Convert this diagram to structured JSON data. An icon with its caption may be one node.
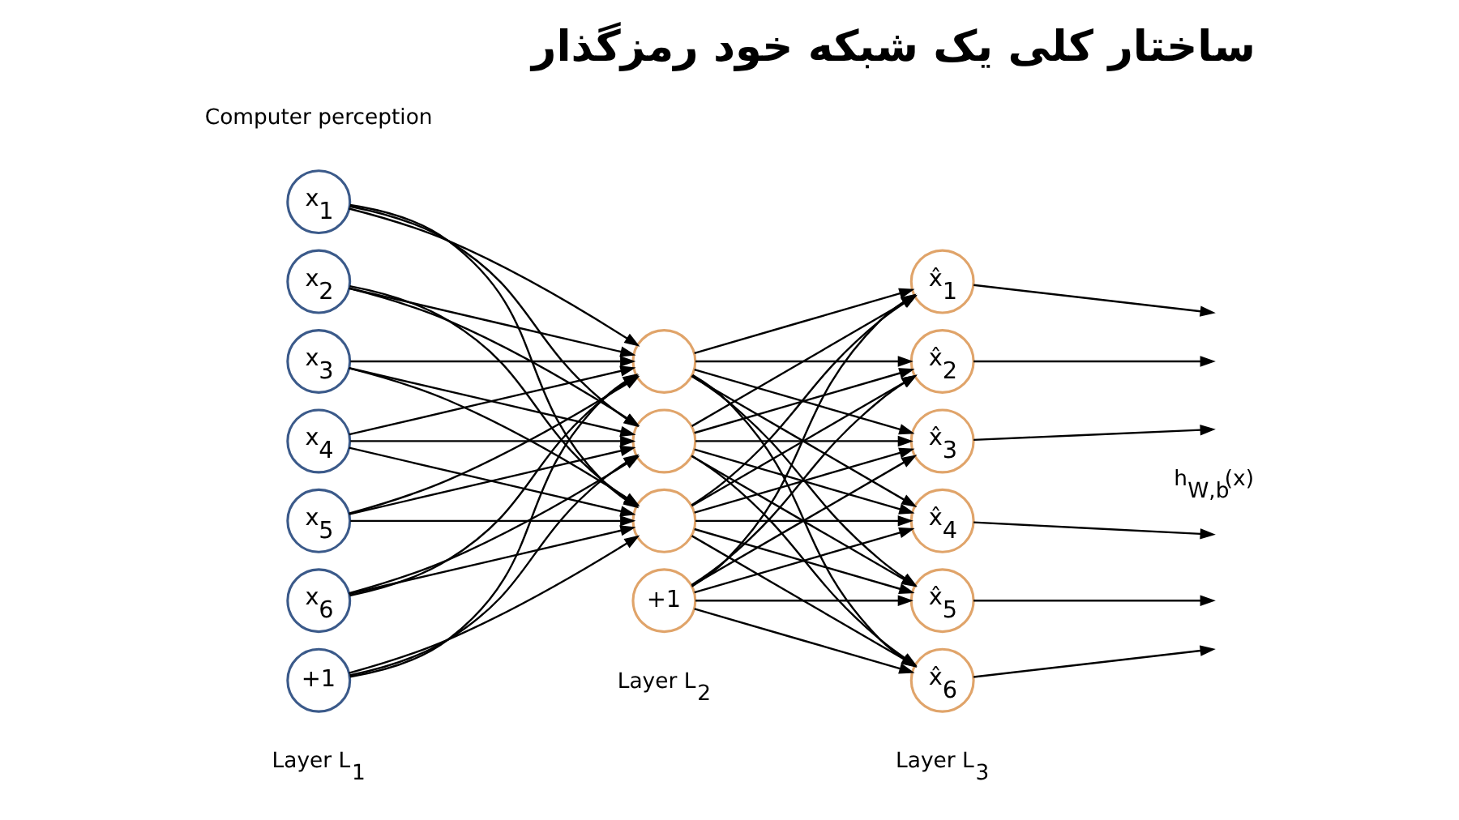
{
  "diagram": {
    "title": "ساختار کلی یک شبکه خود رمزگذار",
    "nodes": [
      {
        "text": [
          "x$_{1}$"
        ]
      },
      {
        "text": [
          "x$_{2}$"
        ]
      },
      {
        "text": [
          "x$_{3}$"
        ]
      },
      {
        "text": [
          "x$_{4}$"
        ]
      },
      {
        "text": [
          "x$_{5}$"
        ]
      },
      {
        "text": [
          "x$_{6}$"
        ]
      },
      {
        "text": [
          "+1"
        ]
      },
      {
        "text": [],
        "shape": "circle"
      },
      {
        "text": [],
        "shape": "circle"
      },
      {
        "text": [],
        "shape": "circle"
      },
      {
        "text": [
          "+1"
        ]
      },
      {
        "text": [
          "x̂$_{1}$"
        ]
      },
      {
        "text": [
          "x̂$_{2}$"
        ]
      },
      {
        "text": [
          "x̂$_{3}$"
        ]
      },
      {
        "text": [
          "x̂$_{4}$"
        ]
      },
      {
        "text": [
          "x̂$_{5}$"
        ]
      },
      {
        "text": [
          "x̂$_{6}$"
        ]
      }
    ],
    "edges": [
      {
        "from": 0,
        "to": 7,
        "arrow": "to"
      },
      {
        "from": 0,
        "to": 8,
        "arrow": "to"
      },
      {
        "from": 0,
        "to": 9,
        "arrow": "to"
      },
      {
        "from": 1,
        "to": 7,
        "arrow": "to"
      },
      {
        "from": 1,
        "to": 8,
        "arrow": "to"
      },
      {
        "from": 1,
        "to": 9,
        "arrow": "to"
      },
      {
        "from": 2,
        "to": 7,
        "arrow": "to"
      },
      {
        "from": 2,
        "to": 8,
        "arrow": "to"
      },
      {
        "from": 2,
        "to": 9,
        "arrow": "to"
      },
      {
        "from": 3,
        "to": 7,
        "arrow": "to"
      },
      {
        "from": 3,
        "to": 8,
        "arrow": "to"
      },
      {
        "from": 3,
        "to": 9,
        "arrow": "to"
      },
      {
        "from": 4,
        "to": 7,
        "arrow": "to"
      },
      {
        "from": 4,
        "to": 8,
        "arrow": "to"
      },
      {
        "from": 4,
        "to": 9,
        "arrow": "to"
      },
      {
        "from": 5,
        "to": 7,
        "arrow": "to"
      },
      {
        "from": 5,
        "to": 8,
        "arrow": "to"
      },
      {
        "from": 5,
        "to": 9,
        "arrow": "to"
      },
      {
        "from": 6,
        "to": 7,
        "arrow": "to"
      },
      {
        "from": 6,
        "to": 8,
        "arrow": "to"
      },
      {
        "from": 6,
        "to": 9,
        "arrow": "to"
      },
      {
        "from": 7,
        "to": 11,
        "arrow": "to"
      },
      {
        "from": 7,
        "to": 12,
        "arrow": "to"
      },
      {
        "from": 7,
        "to": 13,
        "arrow": "to"
      },
      {
        "from": 7,
        "to": 14,
        "arrow": "to"
      },
      {
        "from": 7,
        "to": 15,
        "arrow": "to"
      },
      {
        "from": 7,
        "to": 16,
        "arrow": "to"
      },
      {
        "from": 8,
        "to": 11,
        "arrow": "to"
      },
      {
        "from": 8,
        "to": 12,
        "arrow": "to"
      },
      {
        "from": 8,
        "to": 13,
        "arrow": "to"
      },
      {
        "from": 8,
        "to": 14,
        "arrow": "to"
      },
      {
        "from": 8,
        "to": 15,
        "arrow": "to"
      },
      {
        "from": 8,
        "to": 16,
        "arrow": "to"
      },
      {
        "from": 9,
        "to": 11,
        "arrow": "to"
      },
      {
        "from": 9,
        "to": 12,
        "arrow": "to"
      },
      {
        "from": 9,
        "to": 13,
        "arrow": "to"
      },
      {
        "from": 9,
        "to": 14,
        "arrow": "to"
      },
      {
        "from": 9,
        "to": 15,
        "arrow": "to"
      },
      {
        "from": 9,
        "to": 16,
        "arrow": "to"
      },
      {
        "from": 10,
        "to": 11,
        "arrow": "to"
      },
      {
        "from": 10,
        "to": 12,
        "arrow": "to"
      },
      {
        "from": 10,
        "to": 13,
        "arrow": "to"
      },
      {
        "from": 10,
        "to": 14,
        "arrow": "to"
      },
      {
        "from": 10,
        "to": 15,
        "arrow": "to"
      },
      {
        "from": 10,
        "to": 16,
        "arrow": "to"
      },
      {
        "from": 11,
        "to": null,
        "arrow": "to"
      },
      {
        "from": 12,
        "to": null,
        "arrow": "to"
      },
      {
        "from": 13,
        "to": null,
        "arrow": "to"
      },
      {
        "from": 14,
        "to": null,
        "arrow": "to"
      },
      {
        "from": 15,
        "to": null,
        "arrow": "to"
      },
      {
        "from": 16,
        "to": null,
        "arrow": "to"
      }
    ],
    "labels": [
      "Computer perception",
      "h$_{W,b}$(x)",
      "Layer L$_{1}$",
      "Layer L$_{2}$",
      "Layer L$_{3}$"
    ]
  }
}
